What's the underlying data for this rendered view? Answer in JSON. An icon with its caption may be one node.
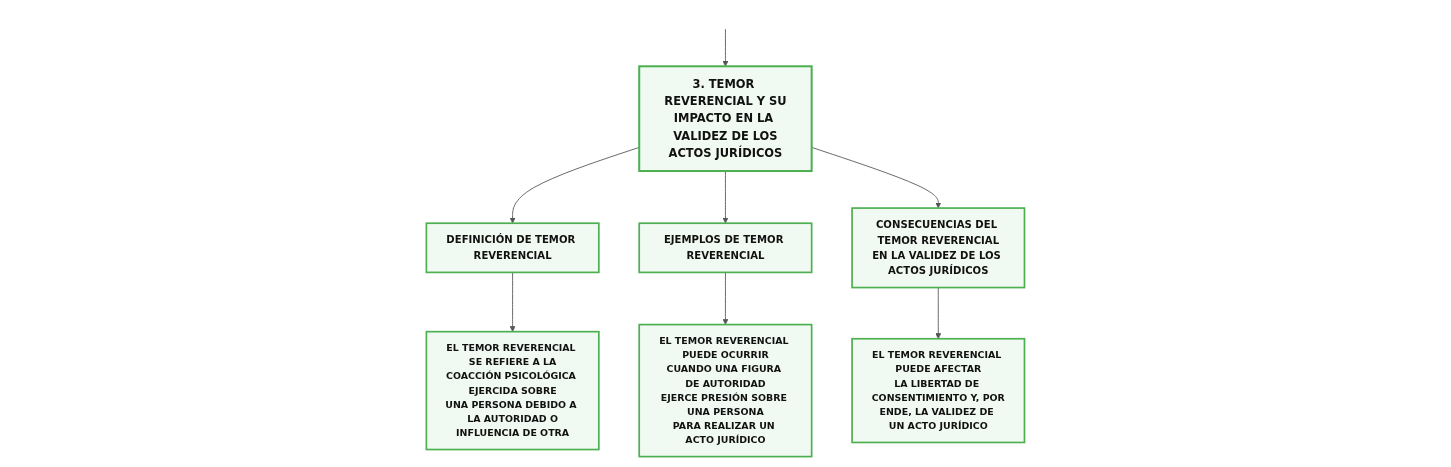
{
  "diagram": {
    "nodes": [
      {
        "text": [
          "3. TEMOR REVERENCIAL Y SU IMPACTO EN LA VALIDEZ DE LOS ACTOS JURÍDICOS"
        ]
      },
      {
        "text": [
          "DEFINICIÓN DE TEMOR REVERENCIAL"
        ]
      },
      {
        "text": [
          "EJEMPLOS DE TEMOR REVERENCIAL"
        ]
      },
      {
        "text": [
          "CONSECUENCIAS DEL TEMOR REVERENCIAL EN LA VALIDEZ DE LOS ACTOS JURÍDICOS"
        ]
      },
      {
        "text": [
          "EL TEMOR REVERENCIAL SE REFIERE A LA COACCIÓN PSICOLÓGICA EJERCIDA SOBRE UNA PERSONA DEBIDO A LA AUTORIDAD O INFLUENCIA DE OTRA"
        ]
      },
      {
        "text": [
          "EL TEMOR REVERENCIAL PUEDE OCURRIR CUANDO UNA FIGURA DE AUTORIDAD EJERCE PRESIÓN SOBRE UNA PERSONA PARA REALIZAR UN ACTO JURÍDICO"
        ]
      },
      {
        "text": [
          "EL TEMOR REVERENCIAL PUEDE AFECTAR LA LIBERTAD DE CONSENTIMIENTO Y, POR ENDE, LA VALIDEZ DE UN ACTO JURÍDICO"
        ]
      }
    ],
    "edges": [
      {
        "from": null,
        "to": 0,
        "arrow": "to"
      },
      {
        "from": 0,
        "to": 1,
        "arrow": "to"
      },
      {
        "from": 0,
        "to": 2,
        "arrow": "to"
      },
      {
        "from": 0,
        "to": 3,
        "arrow": "to"
      },
      {
        "from": 1,
        "to": 4,
        "arrow": "to"
      },
      {
        "from": 2,
        "to": 5,
        "arrow": "to"
      },
      {
        "from": 3,
        "to": 6,
        "arrow": "to"
      }
    ]
  }
}
